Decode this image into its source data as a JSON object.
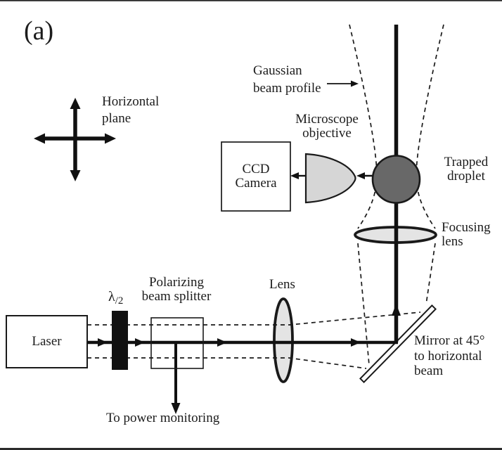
{
  "figure": {
    "panel_label": "(a)",
    "labels": {
      "horizontal_plane": "Horizontal\nplane",
      "gaussian_beam_profile": "Gaussian\nbeam profile",
      "microscope_objective": "Microscope\nobjective",
      "ccd_camera": "CCD\nCamera",
      "trapped_droplet": "Trapped\ndroplet",
      "focusing_lens": "Focusing\nlens",
      "lens": "Lens",
      "half_wave_symbol": "λ",
      "half_wave_subscript": "/2",
      "polarizing_beam_splitter": "Polarizing\nbeam splitter",
      "laser": "Laser",
      "to_power_monitoring": "To power monitoring",
      "mirror": "Mirror at 45°\nto horizontal\nbeam"
    },
    "colors": {
      "line": "#1a1a1a",
      "droplet_fill": "#686868",
      "lens_fill": "#e4e4e4",
      "objective_fill": "#d6d6d6",
      "background": "#ffffff"
    }
  }
}
